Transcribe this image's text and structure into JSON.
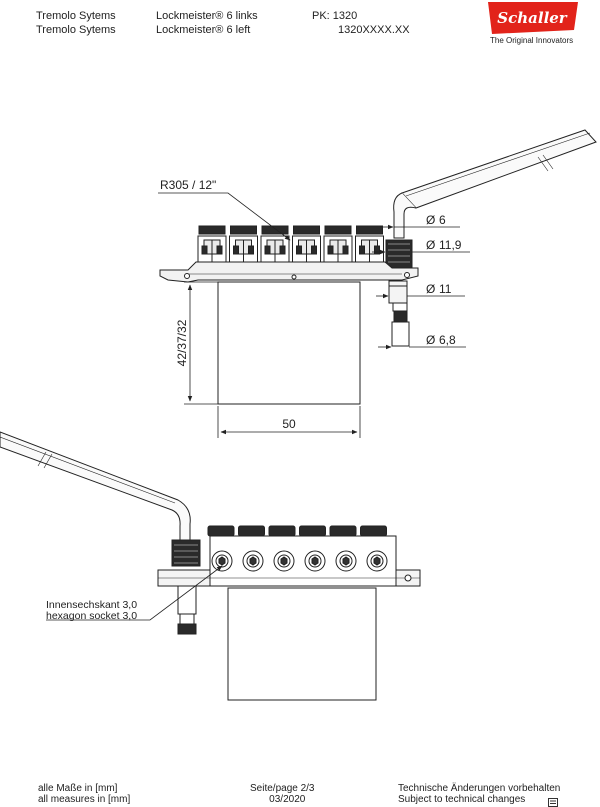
{
  "header": {
    "left_lines": [
      "Tremolo Sytems",
      "Tremolo Sytems"
    ],
    "model_lines": [
      "Lockmeister® 6 links",
      "Lockmeister® 6 left"
    ],
    "pk_lines": [
      "PK: 1320",
      "1320XXXX.XX"
    ]
  },
  "brand": {
    "logo_text": "Schaller",
    "tagline": "The Original Innovators",
    "color": "#e2231a"
  },
  "side_view": {
    "radius_label": "R305 / 12\"",
    "height_label": "42/37/32",
    "width_label": "50",
    "dim_6": "6",
    "dim_11_9": "11,9",
    "dim_11": "11",
    "dim_6_8": "6,8",
    "diameter_symbol": "Ø"
  },
  "front_view": {
    "hex_label_de": "Innensechskant 3,0",
    "hex_label_en": "hexagon socket 3,0"
  },
  "footer": {
    "measures_de": "alle Maße in [mm]",
    "measures_en": "all measures in [mm]",
    "page": "Seite/page 2/3",
    "date": "03/2020",
    "changes_de": "Technische Änderungen vorbehalten",
    "changes_en": "Subject to technical changes"
  }
}
